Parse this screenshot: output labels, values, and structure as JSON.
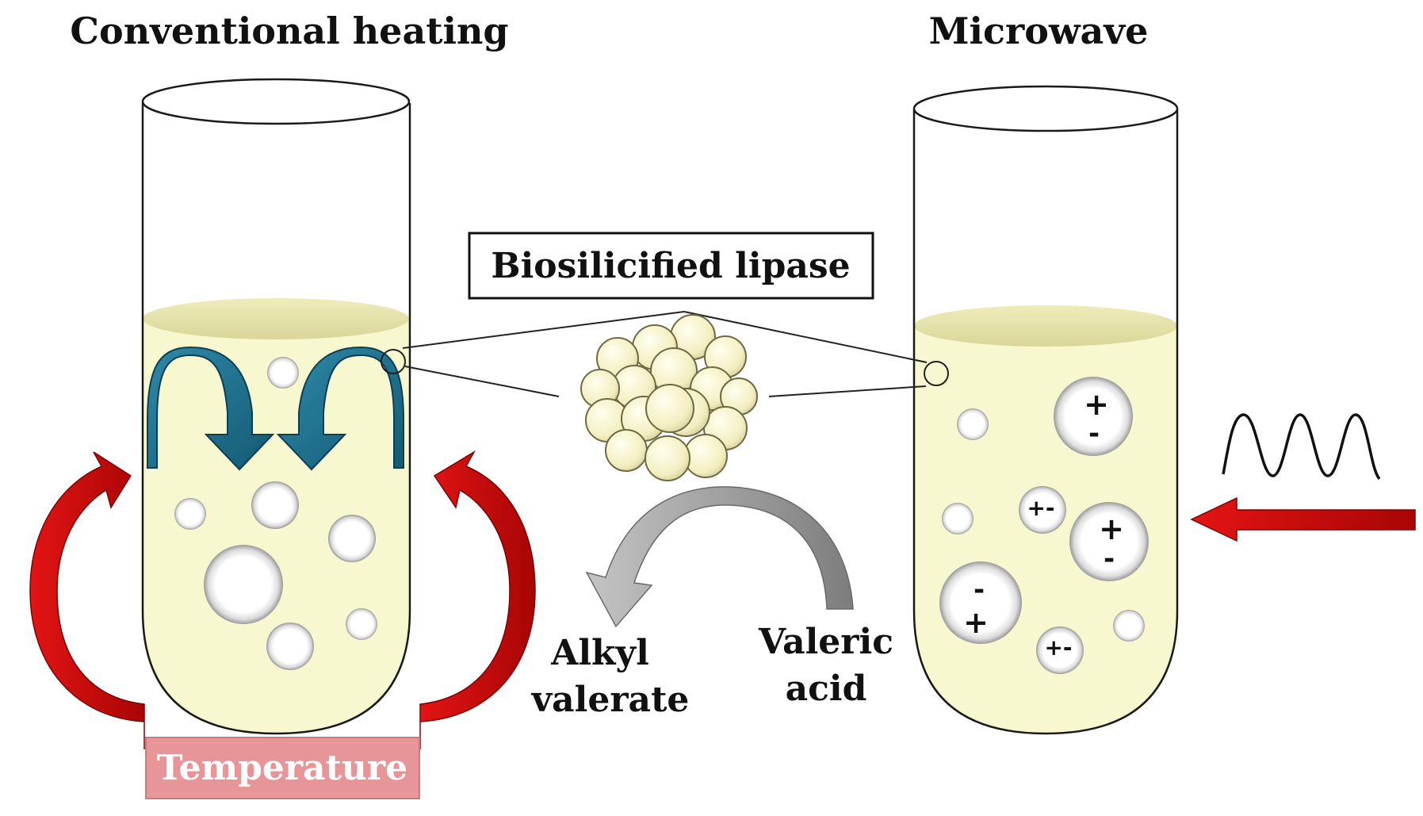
{
  "titles": {
    "left": "Conventional heating",
    "right": "Microwave"
  },
  "labels": {
    "enzyme": "Biosilicified lipase",
    "product_line1": "Alkyl",
    "product_line2": "valerate",
    "substrate_line1": "Valeric",
    "substrate_line2": "acid",
    "temperature": "Temperature"
  },
  "charges": {
    "plus": "+",
    "minus": "-",
    "plus_minus": "+-"
  },
  "colors": {
    "liquid": "#f7f7d0",
    "liquid_surface": "#e8e6ad",
    "heat_arrow": "#d40b0b",
    "convection_arrow": "#1c6f8c",
    "reaction_arrow": "#a9a9a9",
    "temperature_box": "#e8959a",
    "lipase_bead": "#f4f0c2"
  }
}
